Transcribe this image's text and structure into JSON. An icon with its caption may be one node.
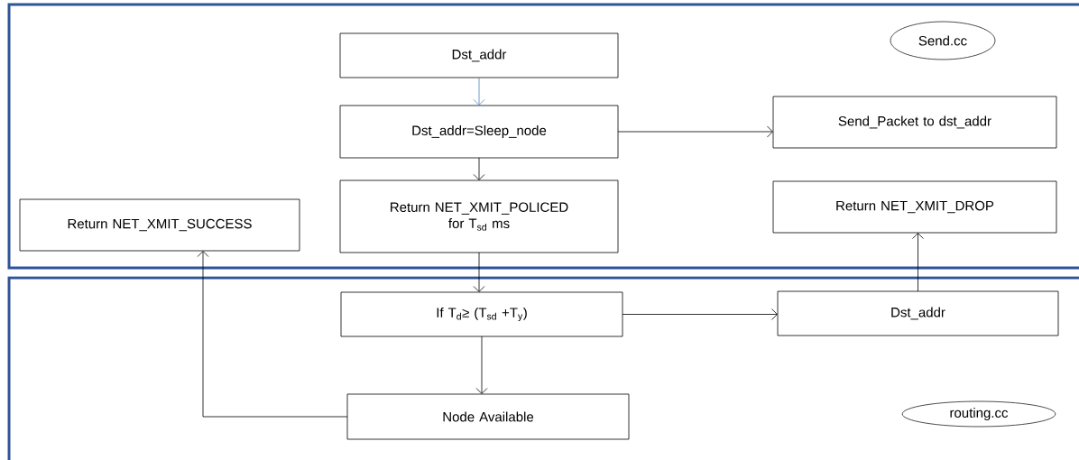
{
  "diagram": {
    "nodes": [
      {
        "text": [],
        "shape": "box"
      },
      {
        "text": [],
        "shape": "box"
      },
      {
        "text": [
          "Send.cc"
        ],
        "in": 0
      },
      {
        "text": [
          "Dst_addr"
        ],
        "in": 0
      },
      {
        "text": [
          "Dst_addr=Sleep_node"
        ],
        "in": 0
      },
      {
        "text": [
          "Send_Packet to dst_addr"
        ],
        "in": 0
      },
      {
        "text": [
          "Return NET_XMIT_SUCCESS"
        ],
        "in": 0
      },
      {
        "text": [
          "Return NET_XMIT_POLICED for T$_{sd}$ ms"
        ],
        "in": 0
      },
      {
        "text": [
          "Return NET_XMIT_DROP"
        ],
        "in": 0
      },
      {
        "text": [
          "If T$_{d}$≥ (T$_{sd}$ +T$_{y}$)"
        ],
        "in": 1
      },
      {
        "text": [
          "Dst_addr"
        ],
        "in": 1
      },
      {
        "text": [
          "Node Available"
        ],
        "in": 1
      },
      {
        "text": [
          "routing.cc"
        ],
        "in": 1
      }
    ],
    "edges": [
      {
        "from": 3,
        "to": 4,
        "arrow": "to",
        "color": "#4f81bd"
      },
      {
        "from": 4,
        "to": 5,
        "arrow": "to"
      },
      {
        "from": 4,
        "to": 7,
        "arrow": "to"
      },
      {
        "from": 7,
        "to": 9,
        "arrow": "to"
      },
      {
        "from": 9,
        "to": 10,
        "arrow": "to"
      },
      {
        "from": 9,
        "to": 11,
        "arrow": "to"
      },
      {
        "from": 10,
        "to": 8,
        "arrow": "to"
      },
      {
        "from": 11,
        "to": 6,
        "arrow": "to"
      }
    ]
  }
}
